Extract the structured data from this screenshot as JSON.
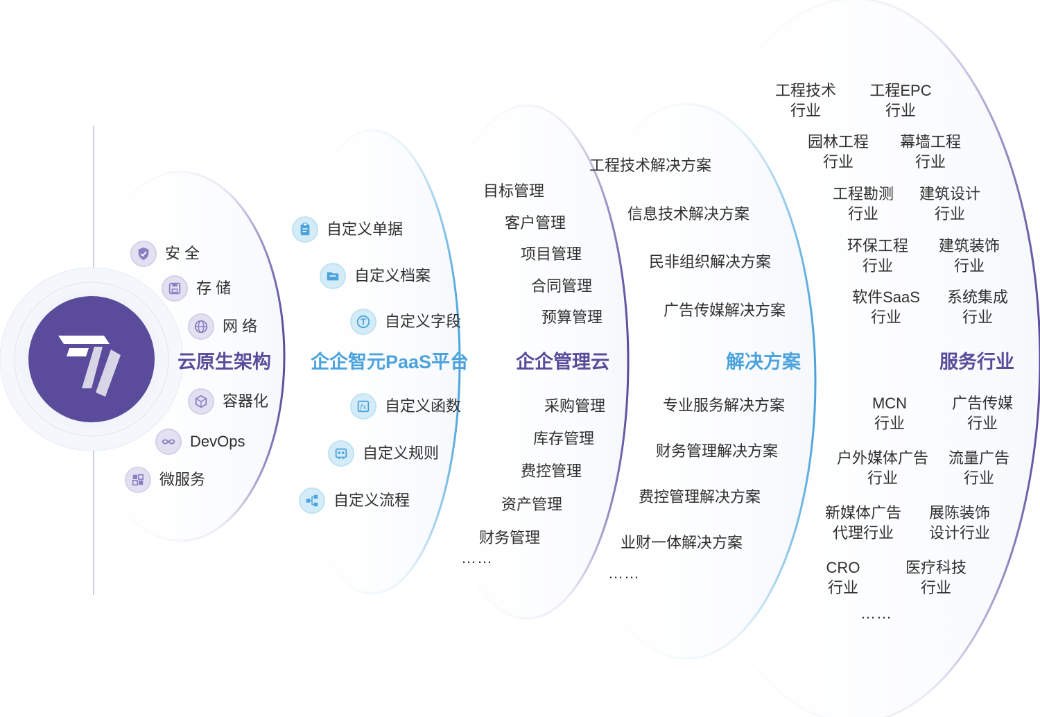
{
  "colors": {
    "brand": "#5b4b9b",
    "paas": "#4ca3dc",
    "heading_purple": "#5b4b9b",
    "solutions": "#4ca3dc"
  },
  "logo": {
    "icon": "brand-logo-icon"
  },
  "arch": {
    "title": "云原生架构",
    "items": [
      {
        "label": "安 全",
        "icon": "shield-check-icon"
      },
      {
        "label": "存 储",
        "icon": "storage-disk-icon"
      },
      {
        "label": "网 络",
        "icon": "globe-icon"
      },
      {
        "label": "容器化",
        "icon": "cube-icon"
      },
      {
        "label": "DevOps",
        "icon": "infinity-icon"
      },
      {
        "label": "微服务",
        "icon": "microservice-icon"
      }
    ]
  },
  "paas": {
    "title": "企企智元PaaS平台",
    "items": [
      {
        "label": "自定义单据",
        "icon": "clipboard-icon"
      },
      {
        "label": "自定义档案",
        "icon": "folder-icon"
      },
      {
        "label": "自定义字段",
        "icon": "text-field-icon"
      },
      {
        "label": "自定义函数",
        "icon": "function-icon"
      },
      {
        "label": "自定义规则",
        "icon": "rules-icon"
      },
      {
        "label": "自定义流程",
        "icon": "flow-icon"
      }
    ]
  },
  "mgmt": {
    "title": "企企管理云",
    "top_items": [
      "目标管理",
      "客户管理",
      "项目管理",
      "合同管理",
      "预算管理"
    ],
    "bottom_items": [
      "采购管理",
      "库存管理",
      "费控管理",
      "资产管理",
      "财务管理"
    ],
    "more": "……"
  },
  "solutions": {
    "title": "解决方案",
    "top_items": [
      "工程技术解决方案",
      "信息技术解决方案",
      "民非组织解决方案",
      "广告传媒解决方案"
    ],
    "bottom_items": [
      "专业服务解决方案",
      "财务管理解决方案",
      "费控管理解决方案",
      "业财一体解决方案"
    ],
    "more": "……"
  },
  "industries": {
    "title": "服务行业",
    "top_items": [
      "工程技术\n行业",
      "工程EPC\n行业",
      "园林工程\n行业",
      "幕墙工程\n行业",
      "工程勘测\n行业",
      "建筑设计\n行业",
      "环保工程\n行业",
      "建筑装饰\n行业",
      "软件SaaS\n行业",
      "系统集成\n行业"
    ],
    "bottom_items": [
      "MCN\n行业",
      "广告传媒\n行业",
      "户外媒体广告\n行业",
      "流量广告\n行业",
      "新媒体广告\n代理行业",
      "展陈装饰\n设计行业",
      "CRO\n行业",
      "医疗科技\n行业"
    ],
    "more": "……"
  }
}
